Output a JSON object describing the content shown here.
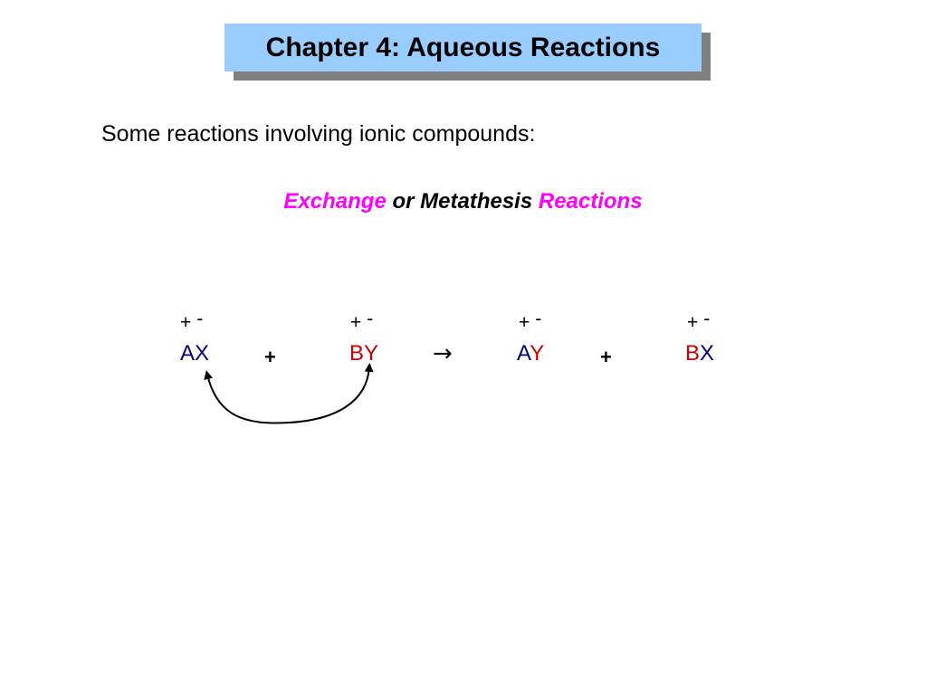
{
  "slide": {
    "title": "Chapter 4: Aqueous Reactions",
    "intro": "Some reactions involving ionic compounds:",
    "subtitle": {
      "part1": "Exchange",
      "part2": " or Metathesis ",
      "part3": "Reactions"
    }
  },
  "equation": {
    "reactant1": {
      "cation": "A",
      "anion": "X",
      "charge_plus": "+",
      "charge_minus": "-"
    },
    "reactant2": {
      "cation": "B",
      "anion": "Y",
      "charge_plus": "+",
      "charge_minus": "-"
    },
    "product1": {
      "cation": "A",
      "anion": "Y",
      "charge_plus": "+",
      "charge_minus": "-"
    },
    "product2": {
      "cation": "B",
      "anion": "X",
      "charge_plus": "+",
      "charge_minus": "-"
    },
    "plus": "+",
    "arrow": "→"
  },
  "colors": {
    "title_bg": "#99ccff",
    "title_shadow": "#808080",
    "highlight": "#ff00ff",
    "ion_a_x": "#000080",
    "ion_b_y": "#cc0000"
  }
}
